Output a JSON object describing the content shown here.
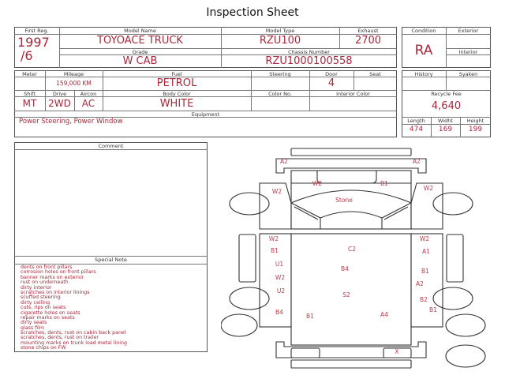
{
  "title": "Inspection Sheet",
  "labels": {
    "first_reg": "First Reg.",
    "model_name": "Model Name",
    "model_type": "Model Type",
    "exhaust": "Exhaust",
    "grade": "Grade",
    "chassis": "Chassis Number",
    "condition": "Condition",
    "exterior": "Exterior",
    "interior": "Interior",
    "meter": "Meter",
    "mileage": "Mileage",
    "fuel": "Fuel",
    "steering": "Steering",
    "door": "Door",
    "seat": "Seat",
    "shift": "Shift",
    "drive": "Drive",
    "aircon": "Aircon",
    "body_color": "Body Color",
    "color_no": "Color No.",
    "interior_color": "Interior Color",
    "equipment": "Equipment",
    "history": "History",
    "syaken": "Syaken",
    "recycle_fee": "Recycle Fee",
    "length": "Length",
    "width": "Widht",
    "height": "Height",
    "comment": "Comment",
    "special_note": "Special Note"
  },
  "values": {
    "first_reg_year": "1997",
    "first_reg_month": "/6",
    "model_name": "TOYOACE TRUCK",
    "model_type": "RZU100",
    "exhaust": "2700",
    "grade": "W CAB",
    "chassis": "RZU1000100558",
    "condition": "RA",
    "mileage": "159,000 KM",
    "fuel": "PETROL",
    "door": "4",
    "shift": "MT",
    "drive": "2WD",
    "aircon": "AC",
    "body_color": "WHITE",
    "equipment": "Power Steering, Power Window",
    "recycle_fee": "4,640",
    "length": "474",
    "width": "169",
    "height": "199"
  },
  "special_notes": [
    "dents on front pillars",
    "corrosion holes on front pillars",
    "banner marks on exterior",
    "rust on underneath",
    "dirty interior",
    "scratches on interior linings",
    "scuffed steering",
    "dirty ceiling",
    "cuts, rips on seats",
    "cigarette holes on seats",
    "repair marks on seats",
    "dirty seats",
    "glass film",
    "scratches, dents, rust on cabin back panel",
    "scratches, dents, rust on trailer",
    "mounting marks on trunk load metal lining",
    "stone chips on FW"
  ],
  "diagram_marks": {
    "a2_fl": "A2",
    "a2_fr": "A2",
    "w2_cab_l": "W2",
    "b1_cab_r": "B1",
    "w2_fl": "W2",
    "w2_fr": "W2",
    "stone": "Stone",
    "w2_l1": "W2",
    "b1_l1": "B1",
    "c2": "C2",
    "w2_r1": "W2",
    "a1_r": "A1",
    "u1_l": "U1",
    "b4_c": "B4",
    "b1_r1": "B1",
    "w2_l2": "W2",
    "a2_r": "A2",
    "u2_l": "U2",
    "s2": "S2",
    "b2_r": "B2",
    "b1_r2": "B1",
    "b4_l": "B4",
    "b1_bl": "B1",
    "a4": "A4",
    "x_rear": "X"
  }
}
